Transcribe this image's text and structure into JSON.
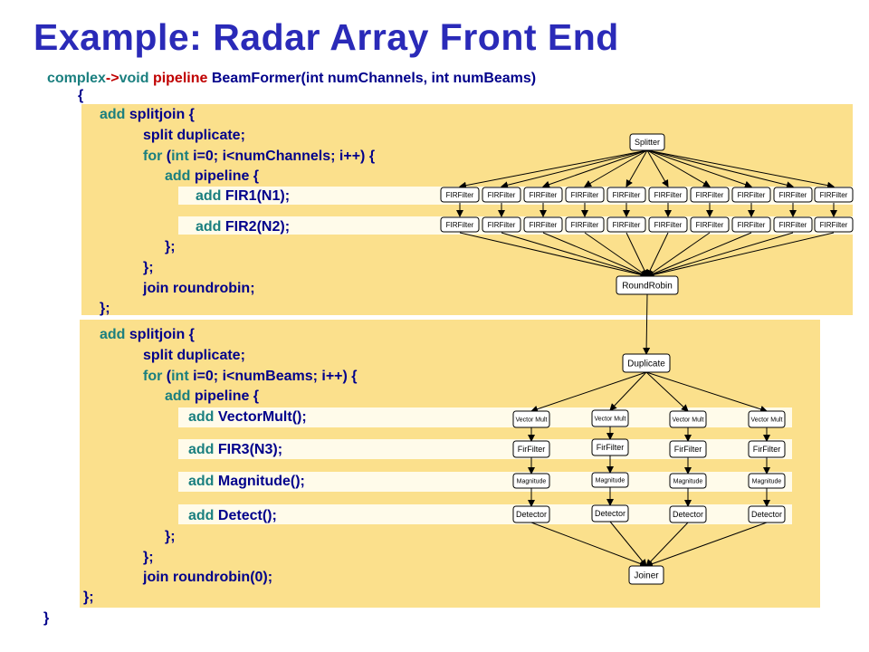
{
  "title": "Example: Radar Array Front End",
  "header": {
    "type": "complex",
    "arrow": "->",
    "void_kw": "void",
    "pipeline_kw": "pipeline",
    "signature": "BeamFormer(int numChannels, int numBeams)"
  },
  "code": {
    "open_brace": "{",
    "close_brace": "}",
    "sj1": {
      "add_kw": "add",
      "splitjoin": "splitjoin {",
      "split_kw": "split",
      "duplicate": "duplicate;",
      "for_kw": "for",
      "for_open": "(",
      "int_kw": "int",
      "for_rest": "i=0; i<numChannels; i++) {",
      "add_pipeline": "pipeline {",
      "fir1": "FIR1(N1);",
      "fir2": "FIR2(N2);",
      "close1": "};",
      "close2": "};",
      "join_kw": "join",
      "join_rest": "roundrobin;",
      "close3": "};"
    },
    "sj2": {
      "add_kw": "add",
      "splitjoin": "splitjoin {",
      "split_kw": "split",
      "duplicate": "duplicate;",
      "for_kw": "for",
      "for_open": "(",
      "int_kw": "int",
      "for_rest": "i=0; i<numBeams; i++) {",
      "add_pipeline": "pipeline {",
      "vectormult": "VectorMult();",
      "fir3": "FIR3(N3);",
      "magnitude": "Magnitude();",
      "detect": "Detect();",
      "close1": "};",
      "close2": "};",
      "join_kw": "join",
      "join_rest": "roundrobin(0);",
      "close3": "};"
    }
  },
  "graph": {
    "splitter": "Splitter",
    "firfilter": "FIRFilter",
    "roundrobin": "RoundRobin",
    "duplicate": "Duplicate",
    "vectormult": "Vector Mult",
    "firfilter2": "FirFilter",
    "magnitude": "Magnitude",
    "detector": "Detector",
    "joiner": "Joiner"
  },
  "colors": {
    "title": "#2a2ab8",
    "code": "#00008b",
    "keyword_teal": "#1a7f7f",
    "keyword_red": "#c00000",
    "panel": "#fbe08c",
    "strip": "#fffbea"
  }
}
